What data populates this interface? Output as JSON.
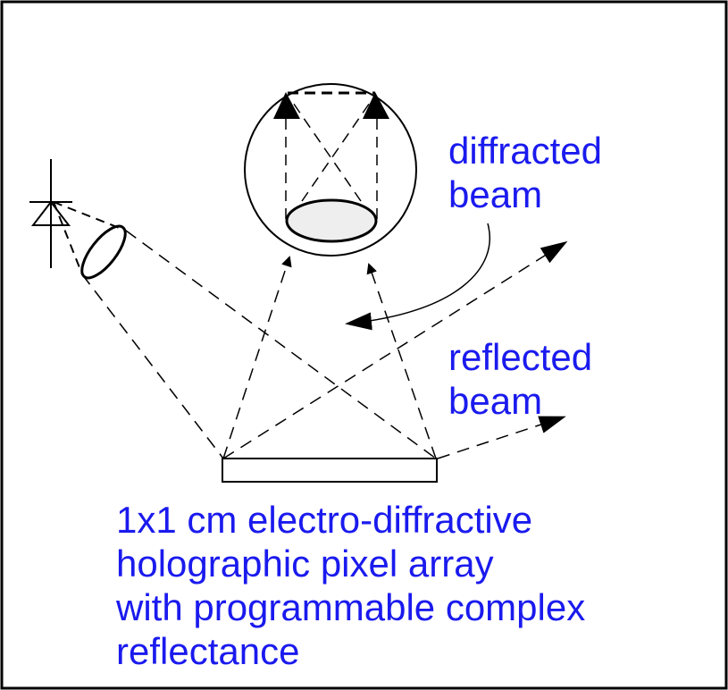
{
  "labels": {
    "diffracted_line1": "diffracted",
    "diffracted_line2": "beam",
    "reflected_line1": "reflected",
    "reflected_line2": "beam",
    "array_line1": "1x1 cm electro-diffractive",
    "array_line2": "holographic pixel array",
    "array_line3": "with programmable complex",
    "array_line4": "reflectance"
  },
  "colors": {
    "label": "#1a1aee",
    "line": "#000000",
    "lens_fill": "#eeeeee",
    "background": "#ffffff"
  }
}
